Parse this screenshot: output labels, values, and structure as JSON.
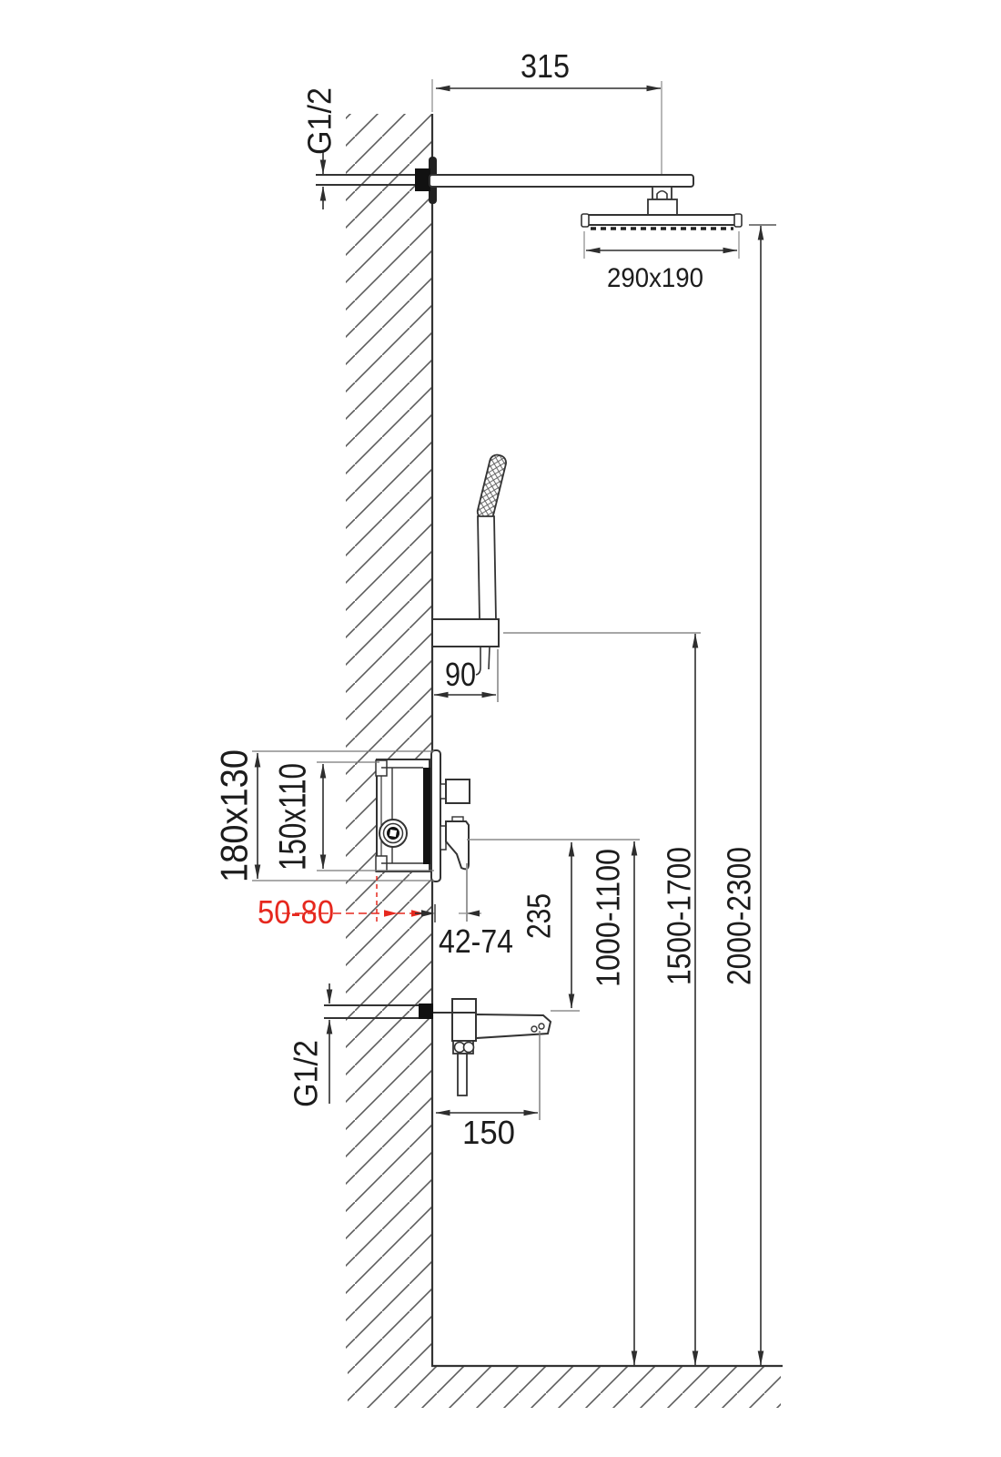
{
  "drawing": {
    "type": "shower-system-installation-dimensions",
    "colors": {
      "line": "#333333",
      "dim_line": "#2e2e2e",
      "light_line": "#8a8a8a",
      "accent_red": "#e6281e",
      "fill_black": "#111111",
      "text": "#1c1c1c"
    },
    "labels": {
      "arm_projection": "315",
      "top_thread": "G1/2",
      "head_size": "290x190",
      "holder_offset": "90",
      "box_outer": "180x130",
      "box_inner": "150x110",
      "embed_depth": "50-80",
      "trim_depth": "42-74",
      "spout_drop": "235",
      "mixer_height": "1000-1100",
      "holder_height": "1500-1700",
      "head_height": "2000-2300",
      "bottom_thread": "G1/2",
      "spout_length": "150"
    }
  }
}
